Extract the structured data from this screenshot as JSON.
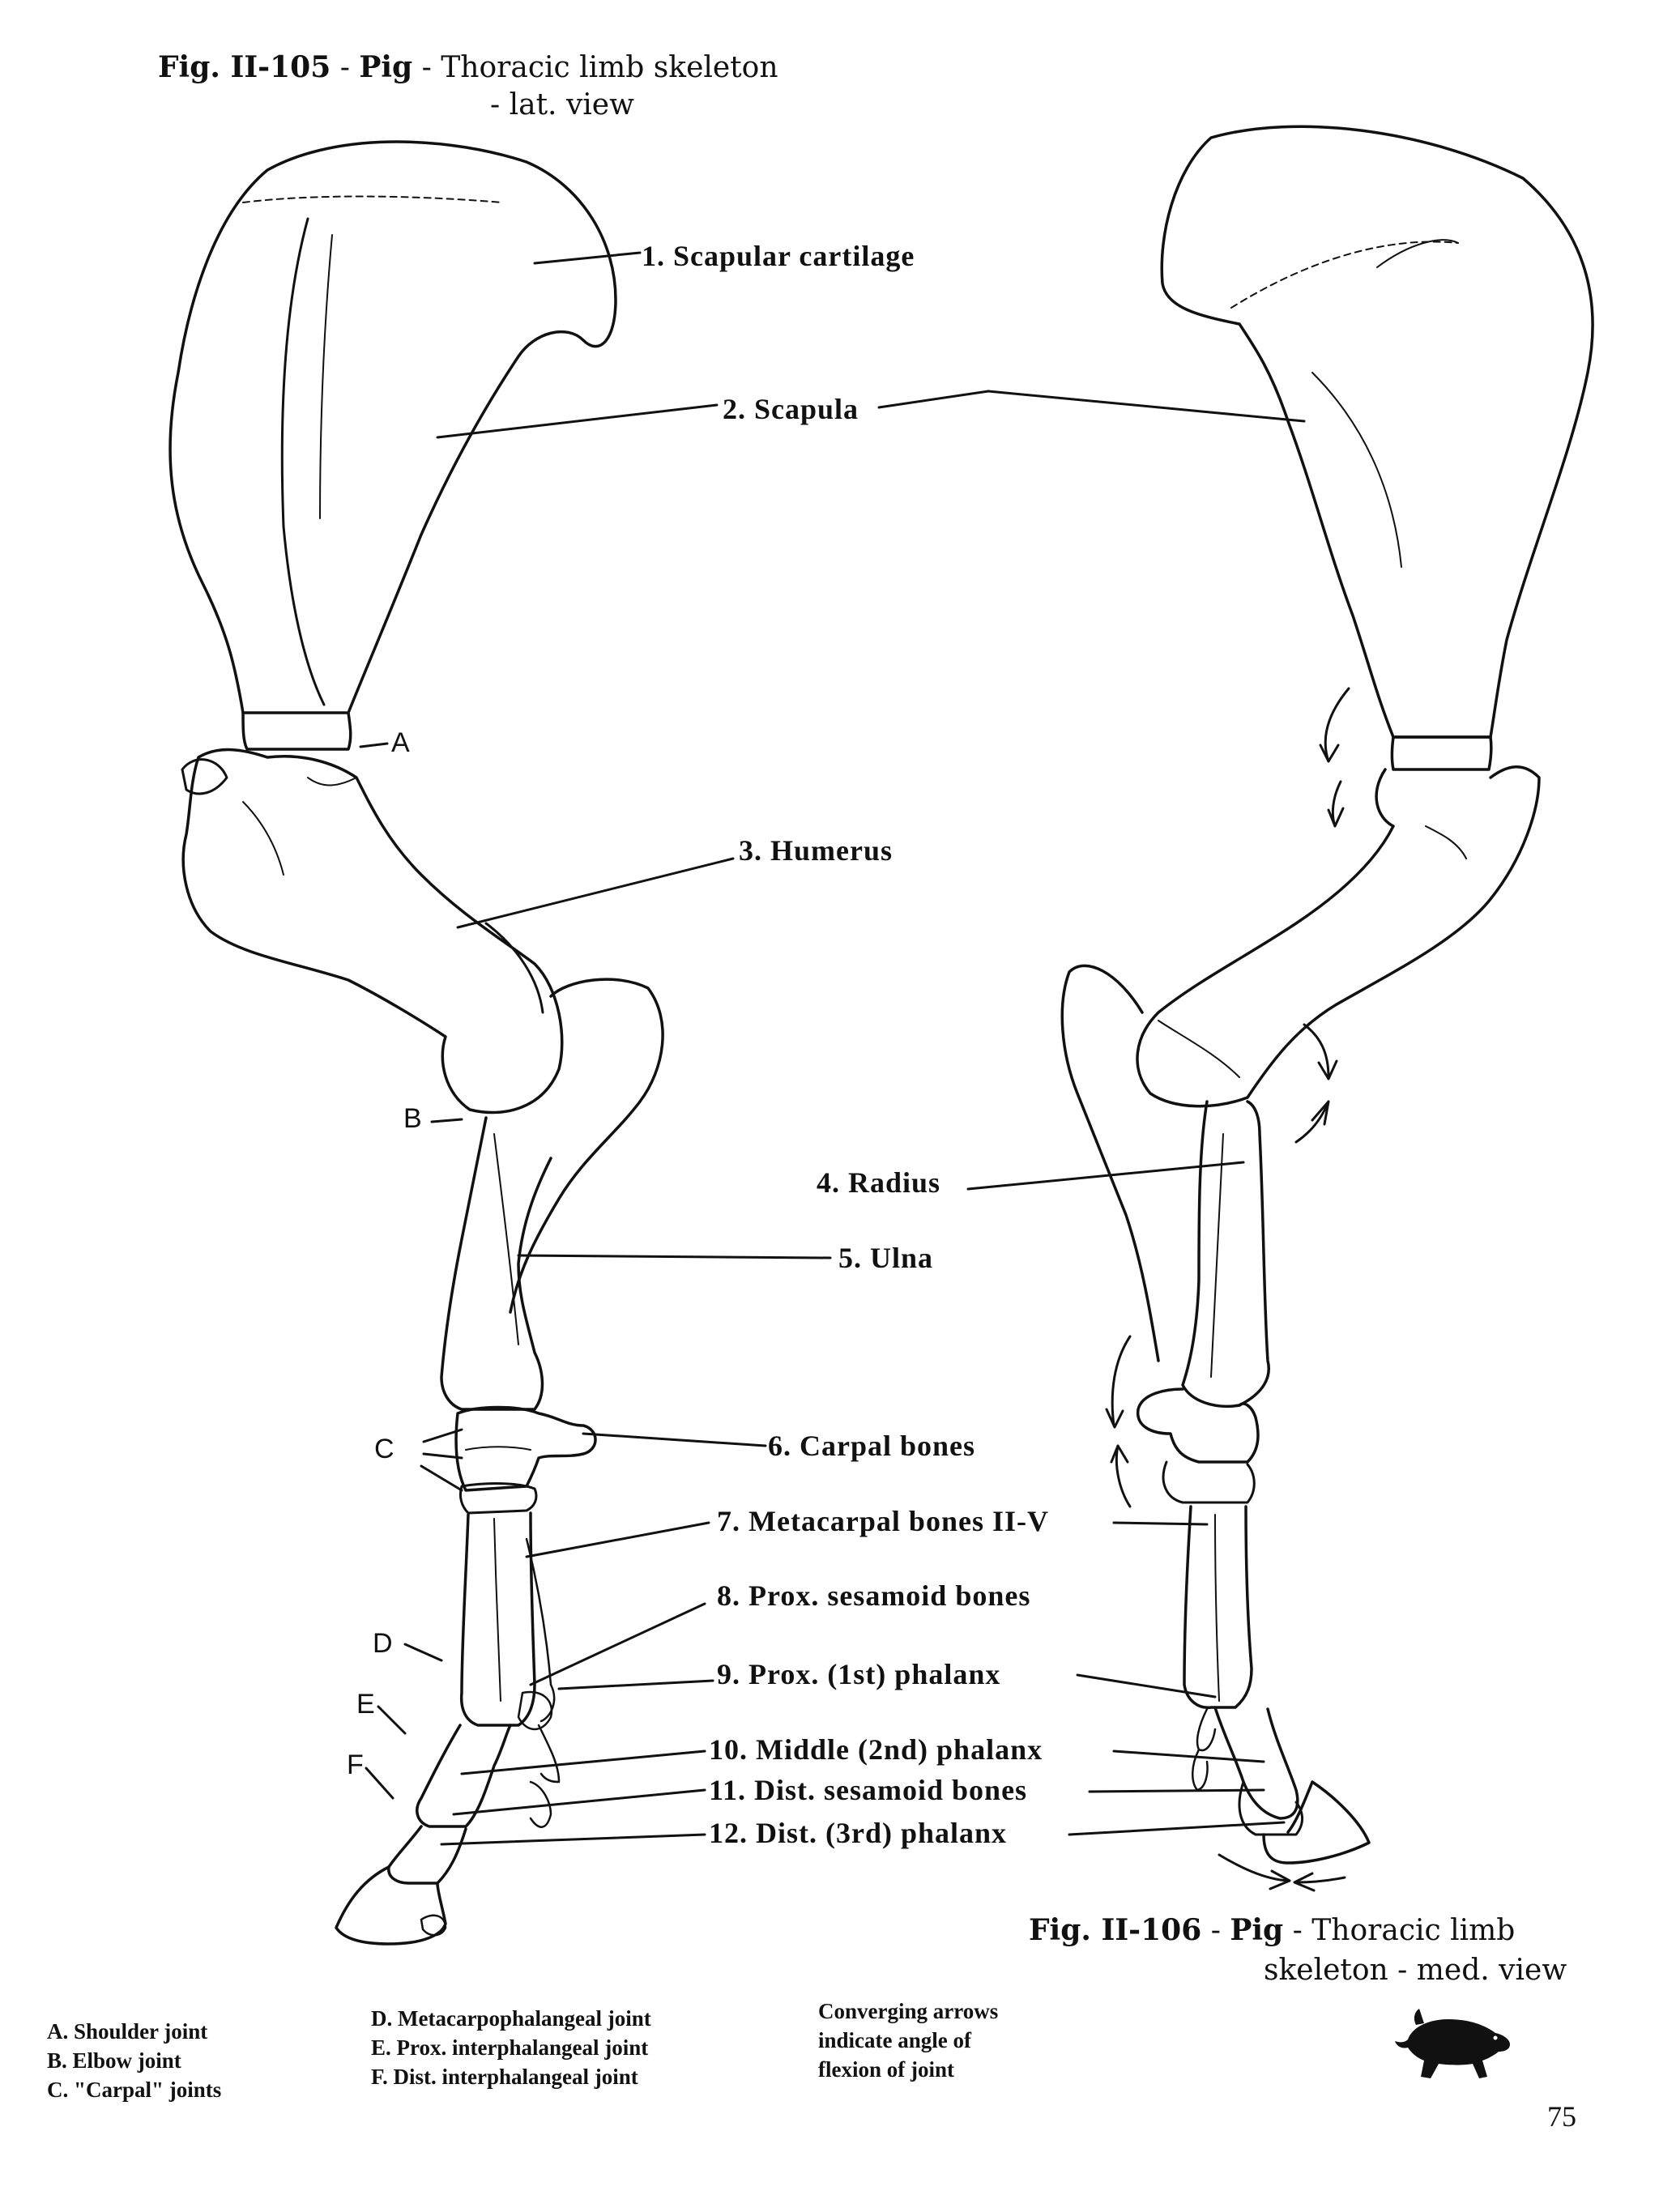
{
  "fig1": {
    "num": "Fig. II-105",
    "sep1": " - ",
    "animal": "Pig",
    "sep2": " - ",
    "title": "Thoracic limb skeleton",
    "title2": "- lat. view"
  },
  "fig2": {
    "num": "Fig. II-106",
    "sep1": " - ",
    "animal": "Pig",
    "sep2": " - ",
    "title": "Thoracic limb",
    "title2": "skeleton - med. view"
  },
  "labels": [
    "1. Scapular cartilage",
    "2. Scapula",
    "3. Humerus",
    "4. Radius",
    "5. Ulna",
    "6. Carpal bones",
    "7. Metacarpal bones II-V",
    "8. Prox. sesamoid bones",
    "9. Prox. (1st) phalanx",
    "10. Middle (2nd) phalanx",
    "11. Dist. sesamoid bones",
    "12. Dist. (3rd) phalanx"
  ],
  "joint_letters": [
    "A",
    "B",
    "C",
    "D",
    "E",
    "F"
  ],
  "legend": {
    "col1": [
      "A. Shoulder joint",
      "B. Elbow joint",
      "C. \"Carpal\" joints"
    ],
    "col2": [
      "D. Metacarpophalangeal joint",
      "E. Prox. interphalangeal joint",
      "F. Dist. interphalangeal joint"
    ],
    "note": [
      "Converging arrows",
      "indicate angle of",
      "flexion of joint"
    ]
  },
  "page_number": "75",
  "icons": {
    "pig": "pig-silhouette-icon"
  }
}
